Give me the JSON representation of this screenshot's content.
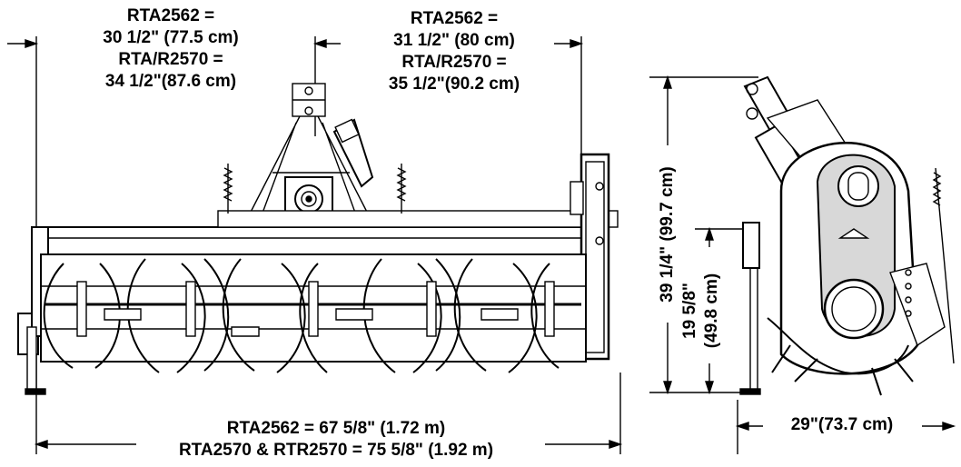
{
  "labels": {
    "left_top": [
      "RTA2562 =",
      "30 1/2\" (77.5 cm)",
      "RTA/R2570 =",
      "34 1/2\"(87.6 cm)"
    ],
    "right_top": [
      "RTA2562 =",
      "31 1/2\" (80 cm)",
      "RTA/R2570 =",
      "35 1/2\"(90.2 cm)"
    ],
    "bottom_width": [
      "RTA2562 = 67 5/8\" (1.72 m)",
      "RTA2570 & RTR2570 = 75 5/8\" (1.92 m)"
    ],
    "height_total": "39 1/4\" (99.7 cm)",
    "height_hitch": [
      "19 5/8\"",
      "(49.8 cm)"
    ],
    "depth": "29\"(73.7 cm)"
  },
  "colors": {
    "ink": "#000000",
    "fill": "#ffffff",
    "shade": "#cfcfcf"
  }
}
